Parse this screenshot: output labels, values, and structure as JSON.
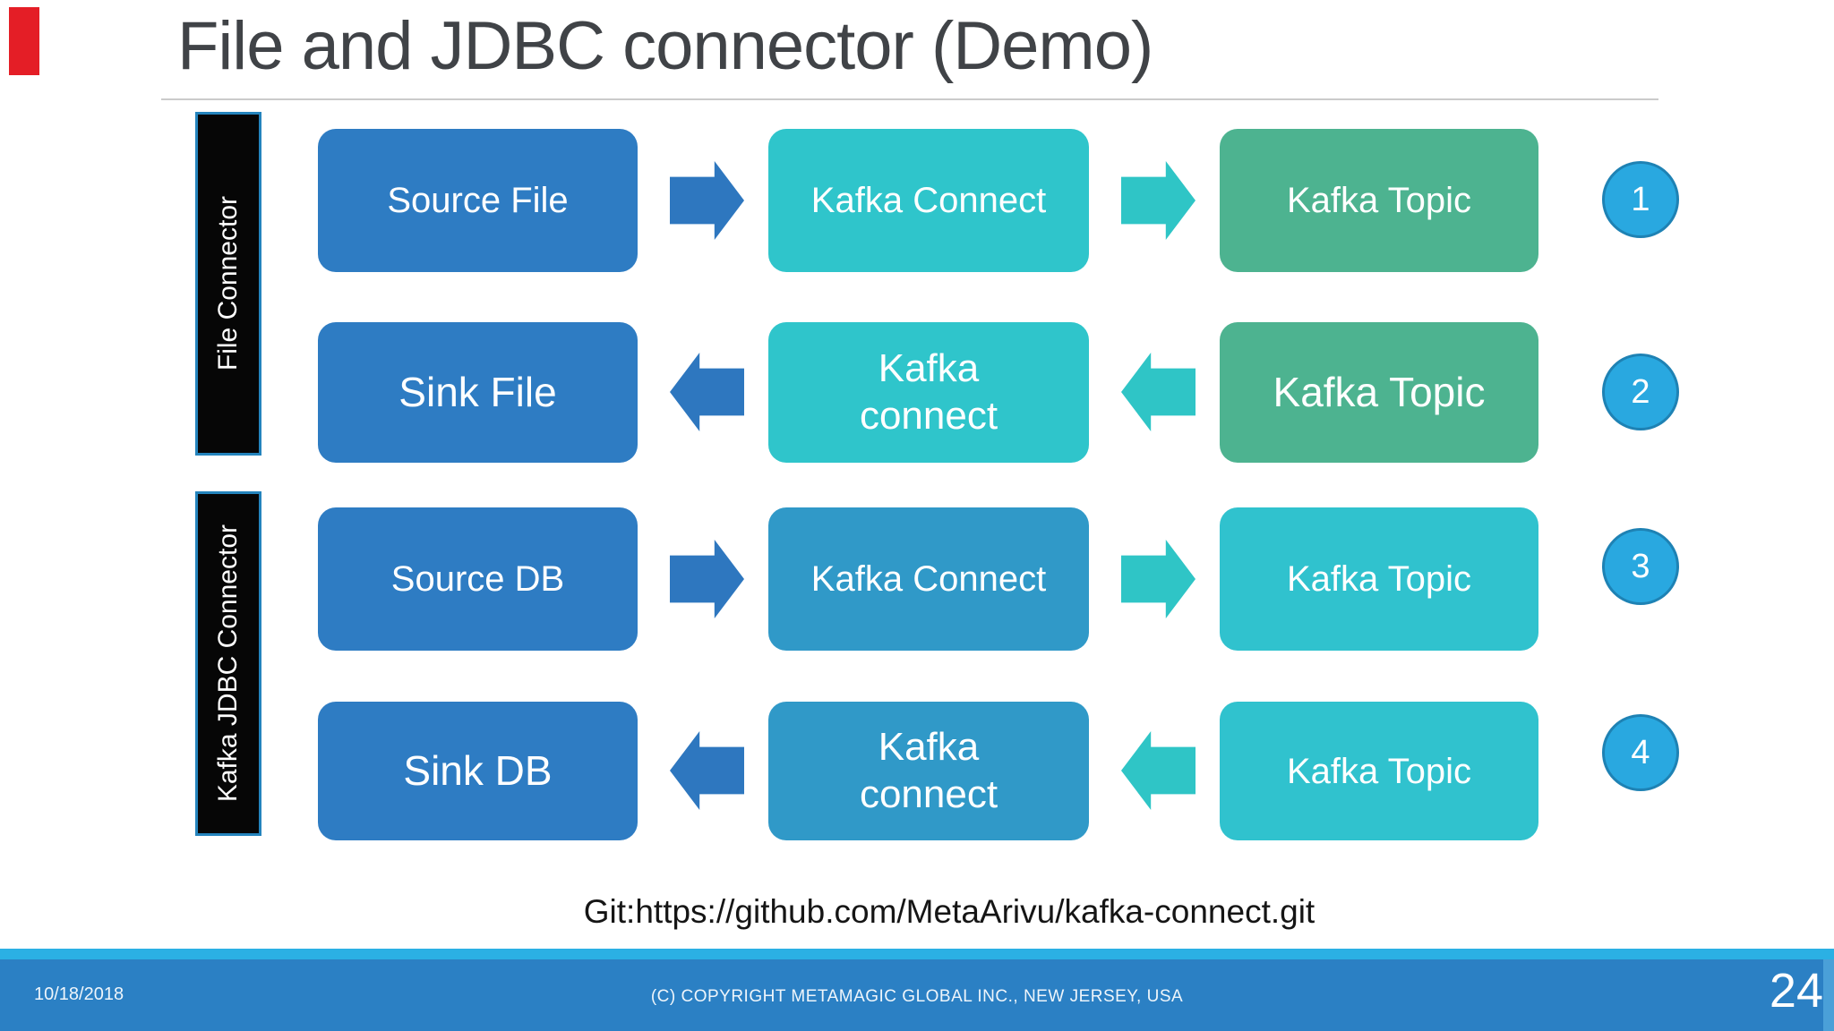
{
  "slide": {
    "title": "File and JDBC connector (Demo)",
    "git_link": "Git:https://github.com/MetaArivu/kafka-connect.git"
  },
  "lanes": [
    {
      "label": "File Connector"
    },
    {
      "label": "Kafka JDBC Connector"
    }
  ],
  "flows": [
    {
      "step": "1",
      "direction": "right",
      "source": "Source File",
      "middle": "Kafka Connect",
      "target": "Kafka Topic"
    },
    {
      "step": "2",
      "direction": "left",
      "source": "Sink File",
      "middle": "Kafka\nconnect",
      "target": "Kafka Topic"
    },
    {
      "step": "3",
      "direction": "right",
      "source": "Source DB",
      "middle": "Kafka Connect",
      "target": "Kafka Topic"
    },
    {
      "step": "4",
      "direction": "left",
      "source": "Sink DB",
      "middle": "Kafka\nconnect",
      "target": "Kafka Topic"
    }
  ],
  "footer": {
    "date": "10/18/2018",
    "copyright": "(C) COPYRIGHT METAMAGIC GLOBAL INC., NEW JERSEY, USA",
    "page_number": "24"
  },
  "colors": {
    "box_blue": "#2e7cc3",
    "box_teal": "#2fc5cb",
    "box_green": "#4db390",
    "box_steel": "#3099c8",
    "box_cyan": "#30c2ce",
    "arrow_blue": "#2e77bf",
    "arrow_teal": "#2fc5c6",
    "circle_fill": "#29a8e0",
    "circle_border": "#1e82b4",
    "lane_border": "#2484bd",
    "footer_blue": "#2b80c4",
    "footer_cyan": "#2bb0e4",
    "marker_red": "#e41e26",
    "title_gray": "#404347"
  }
}
